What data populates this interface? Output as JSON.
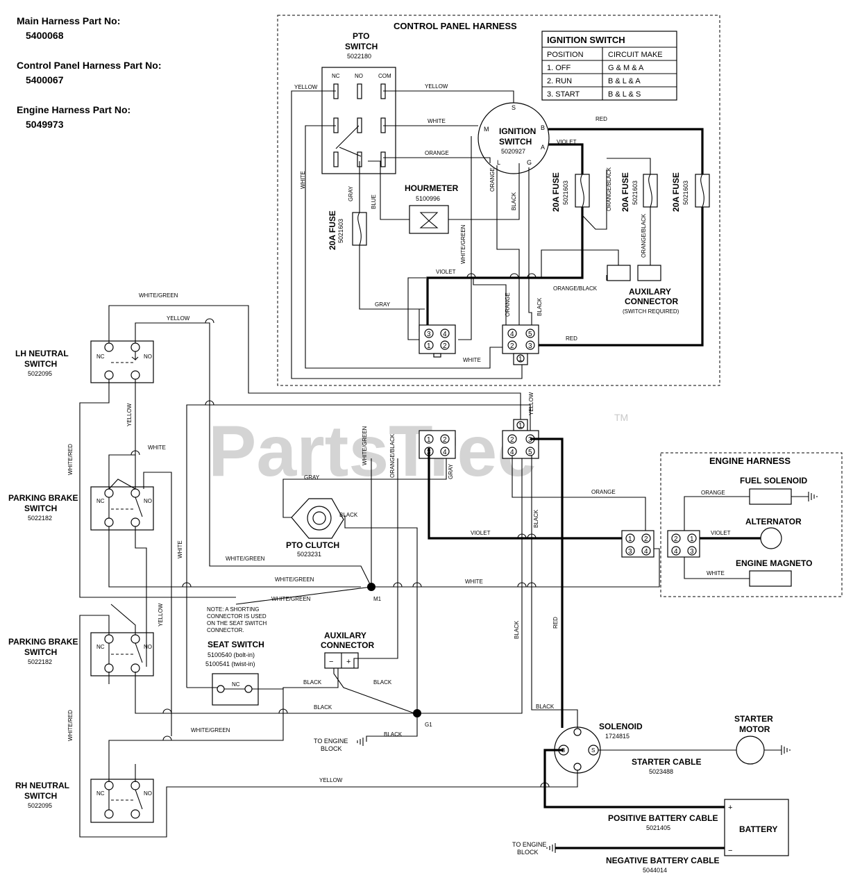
{
  "part_numbers": {
    "main_label": "Main Harness Part No:",
    "main_value": "5400068",
    "control_label": "Control Panel Harness Part No:",
    "control_value": "5400067",
    "engine_label": "Engine Harness Part No:",
    "engine_value": "5049973"
  },
  "watermark": {
    "text": "PartsTree",
    "tm": "TM"
  },
  "control_panel": {
    "title": "CONTROL PANEL HARNESS",
    "ignition_table": {
      "title": "IGNITION SWITCH",
      "headers": [
        "POSITION",
        "CIRCUIT MAKE"
      ],
      "rows": [
        [
          "1. OFF",
          "G & M & A"
        ],
        [
          "2. RUN",
          "B & L & A"
        ],
        [
          "3. START",
          "B & L & S"
        ]
      ]
    },
    "pto_switch": {
      "name1": "PTO",
      "name2": "SWITCH",
      "part": "5022180",
      "pins": [
        "NC",
        "NO",
        "COM"
      ]
    },
    "ignition_switch": {
      "name1": "IGNITION",
      "name2": "SWITCH",
      "part": "5020927",
      "terminals": [
        "S",
        "M",
        "B",
        "A",
        "L",
        "G"
      ]
    },
    "hourmeter": {
      "name": "HOURMETER",
      "part": "5100996"
    },
    "fuse_label": "20A FUSE",
    "fuse_part": "5021603",
    "aux_connector": {
      "name1": "AUXILARY",
      "name2": "CONNECTOR",
      "note": "(SWITCH REQUIRED)"
    }
  },
  "components": {
    "lh_neutral": {
      "name1": "LH NEUTRAL",
      "name2": "SWITCH",
      "part": "5022095"
    },
    "parking_brake_1": {
      "name1": "PARKING BRAKE",
      "name2": "SWITCH",
      "part": "5022182"
    },
    "parking_brake_2": {
      "name1": "PARKING BRAKE",
      "name2": "SWITCH",
      "part": "5022182"
    },
    "rh_neutral": {
      "name1": "RH NEUTRAL",
      "name2": "SWITCH",
      "part": "5022095"
    },
    "switch_pins": [
      "NC",
      "NO"
    ],
    "pto_clutch": {
      "name": "PTO CLUTCH",
      "part": "5023231"
    },
    "seat_switch": {
      "note1": "NOTE: A SHORTING",
      "note2": "CONNECTOR IS USED",
      "note3": "ON THE SEAT SWITCH",
      "note4": "CONNECTOR.",
      "name": "SEAT SWITCH",
      "part1": "5100540 (bolt-in)",
      "part2": "5100541 (twist-in)",
      "pin": "NC"
    },
    "aux_connector": {
      "name1": "AUXILARY",
      "name2": "CONNECTOR",
      "minus": "−",
      "plus": "+"
    },
    "solenoid": {
      "name": "SOLENOID",
      "part": "1724815",
      "b": "B",
      "s": "S"
    },
    "starter_motor": {
      "name1": "STARTER",
      "name2": "MOTOR"
    },
    "starter_cable": {
      "name": "STARTER CABLE",
      "part": "5023488"
    },
    "positive_cable": {
      "name": "POSITIVE BATTERY CABLE",
      "part": "5021405"
    },
    "negative_cable": {
      "name": "NEGATIVE BATTERY CABLE",
      "part": "5044014"
    },
    "battery": {
      "name": "BATTERY",
      "plus": "+",
      "minus": "−"
    },
    "engine_block_1": {
      "line1": "TO ENGINE",
      "line2": "BLOCK"
    },
    "engine_block_2": {
      "line1": "TO ENGINE",
      "line2": "BLOCK"
    },
    "node_m1": "M1",
    "node_g1": "G1"
  },
  "engine_harness": {
    "title": "ENGINE HARNESS",
    "fuel_solenoid": "FUEL SOLENOID",
    "alternator": "ALTERNATOR",
    "magneto": "ENGINE MAGNETO"
  },
  "wire_colors": {
    "yellow": "YELLOW",
    "white": "WHITE",
    "orange": "ORANGE",
    "red": "RED",
    "violet": "VIOLET",
    "gray": "GRAY",
    "blue": "BLUE",
    "black": "BLACK",
    "white_green": "WHITE/GREEN",
    "white_red": "WHITE/RED",
    "orange_black": "ORANGE/BLACK"
  },
  "connector_pins": [
    "1",
    "2",
    "3",
    "4",
    "5"
  ]
}
